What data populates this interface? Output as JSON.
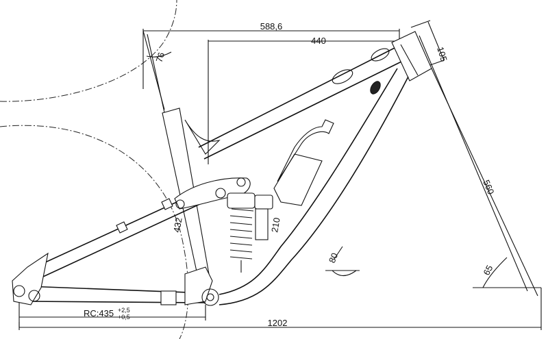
{
  "dimensions": {
    "reach_top": "588,6",
    "stack_top": "440",
    "head_tube": "105",
    "seat_angle": "76",
    "seat_tube": "432",
    "shock_length": "210",
    "chain_stay": "RC:435",
    "chain_stay_tol_plus": "+2,5",
    "chain_stay_tol_minus": "+0,5",
    "fork_length": "560",
    "head_angle": "65",
    "wheelbase": "1202",
    "bb_angle": "80"
  }
}
